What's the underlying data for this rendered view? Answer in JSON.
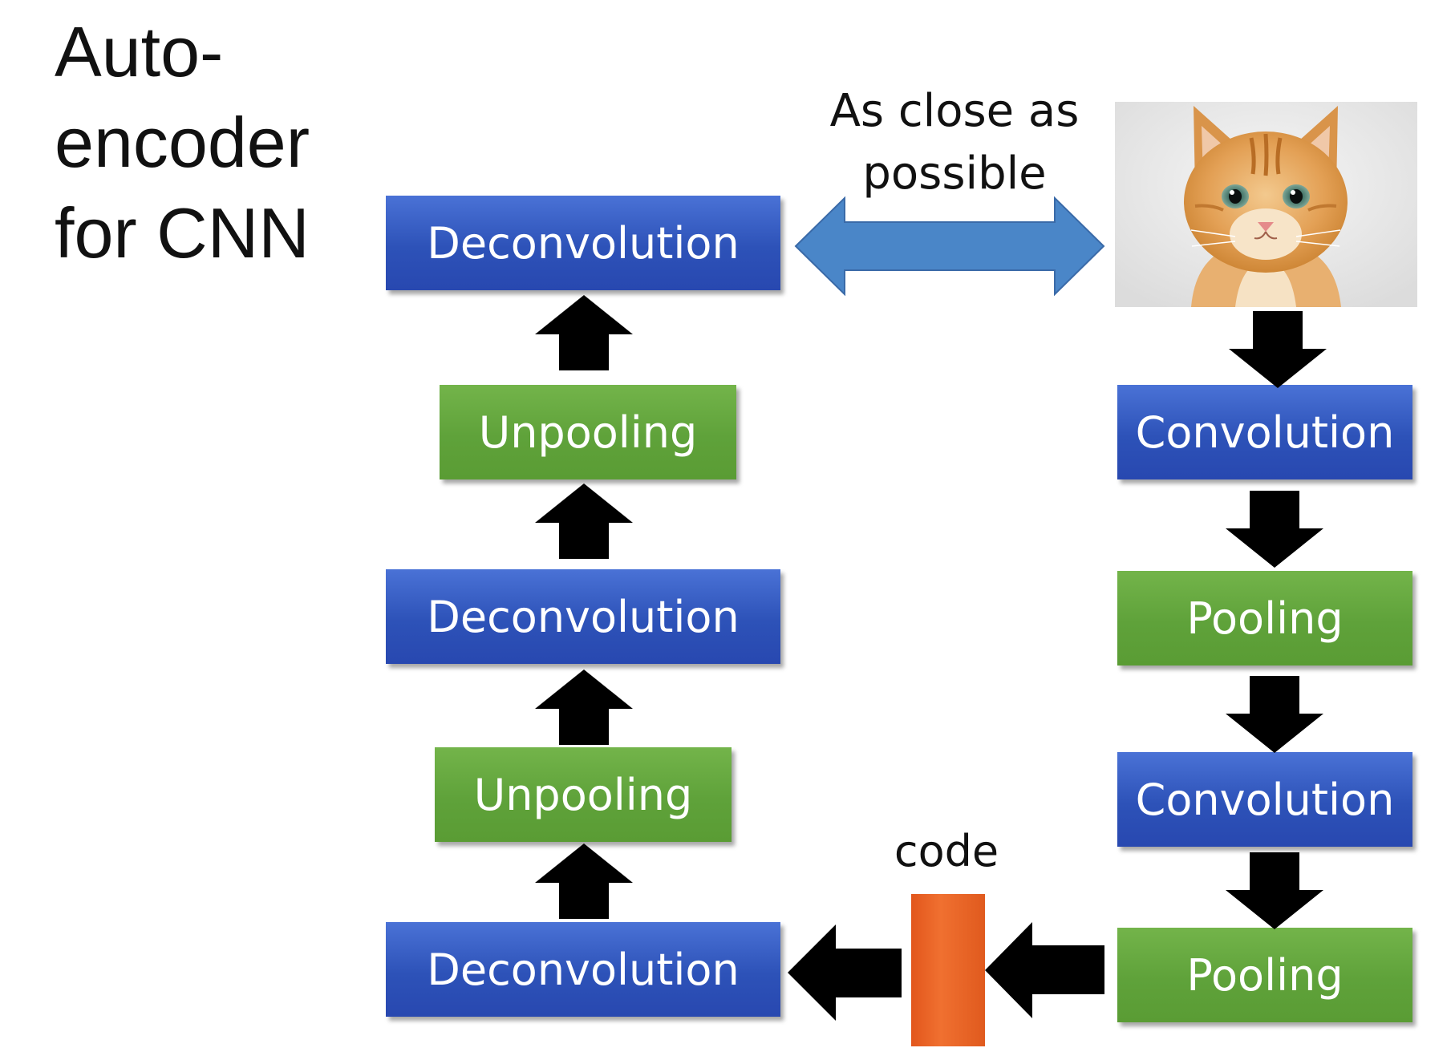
{
  "title": {
    "line1": "Auto-",
    "line2": "encoder",
    "line3": "for CNN"
  },
  "decoder": {
    "deconv_top": "Deconvolution",
    "unpool_top": "Unpooling",
    "deconv_mid": "Deconvolution",
    "unpool_bottom": "Unpooling",
    "deconv_bottom": "Deconvolution"
  },
  "encoder": {
    "conv_top": "Convolution",
    "pool_top": "Pooling",
    "conv_bottom": "Convolution",
    "pool_bottom": "Pooling"
  },
  "annotations": {
    "as_close_line1": "As close as",
    "as_close_line2": "possible",
    "code": "code"
  },
  "colors": {
    "blue_box": "#2d52b8",
    "green_box": "#5fa23a",
    "code_bar": "#f07030",
    "double_arrow": "#4a86c8"
  },
  "icons": {
    "input_image": "cat-image",
    "flow_arrow": "black-block-arrow",
    "compare_arrow": "double-headed-arrow"
  }
}
